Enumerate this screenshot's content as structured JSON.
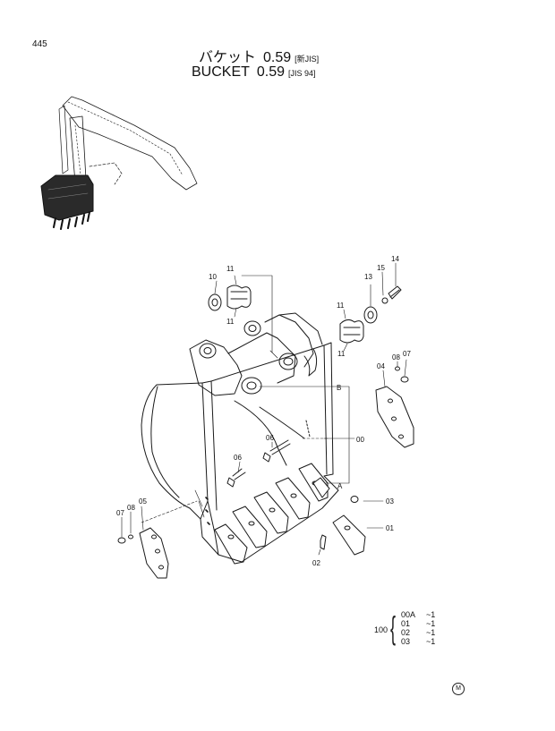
{
  "page": {
    "number": "445"
  },
  "title": {
    "jp_main": "バケット",
    "jp_value": "0.59",
    "jp_sub": "[新JIS]",
    "en_main": "BUCKET",
    "en_value": "0.59",
    "en_sub": "[JIS 94]"
  },
  "callouts": [
    "10",
    "11",
    "11",
    "11",
    "11",
    "13",
    "15",
    "14",
    "B",
    "00",
    "A",
    "04",
    "08",
    "07",
    "06",
    "06",
    "03",
    "01",
    "02",
    "05",
    "07",
    "08"
  ],
  "quantity_table": {
    "main": "100",
    "rows": [
      {
        "code": "00A",
        "qty": "~1"
      },
      {
        "code": "01",
        "qty": "~1"
      },
      {
        "code": "02",
        "qty": "~1"
      },
      {
        "code": "03",
        "qty": "~1"
      }
    ]
  },
  "mark": "M"
}
